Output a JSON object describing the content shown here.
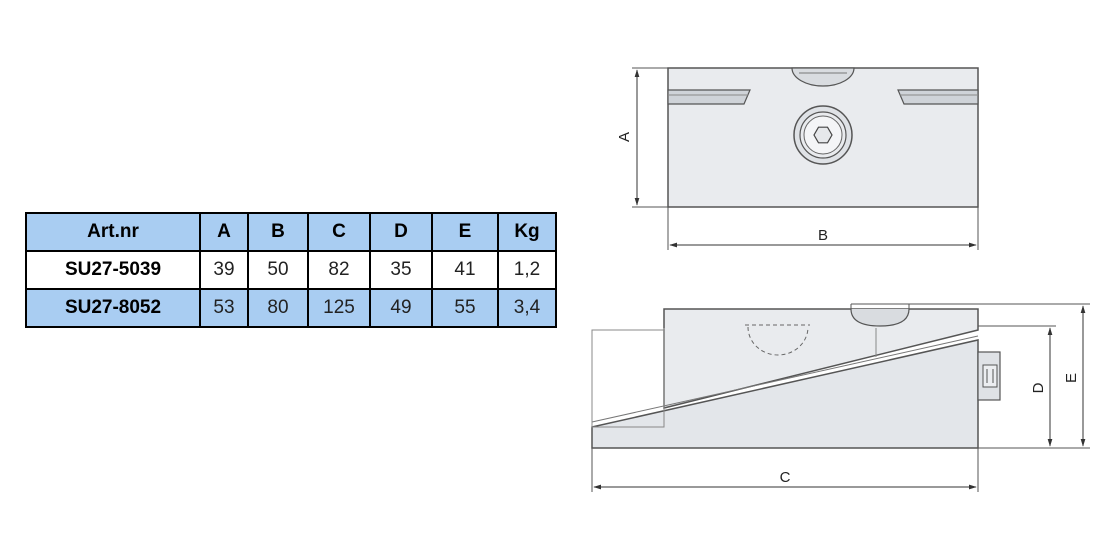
{
  "table": {
    "headers": [
      "Art.nr",
      "A",
      "B",
      "C",
      "D",
      "E",
      "Kg"
    ],
    "rows": [
      [
        "SU27-5039",
        "39",
        "50",
        "82",
        "35",
        "41",
        "1,2"
      ],
      [
        "SU27-8052",
        "53",
        "80",
        "125",
        "49",
        "55",
        "3,4"
      ]
    ]
  },
  "drawing": {
    "top_view": {
      "label_a": "A",
      "label_b": "B"
    },
    "side_view": {
      "label_c": "C",
      "label_d": "D",
      "label_e": "E"
    }
  },
  "colors": {
    "header_fill": "#a9cdf2",
    "part_fill": "#e9ebee",
    "outline": "#555555"
  }
}
